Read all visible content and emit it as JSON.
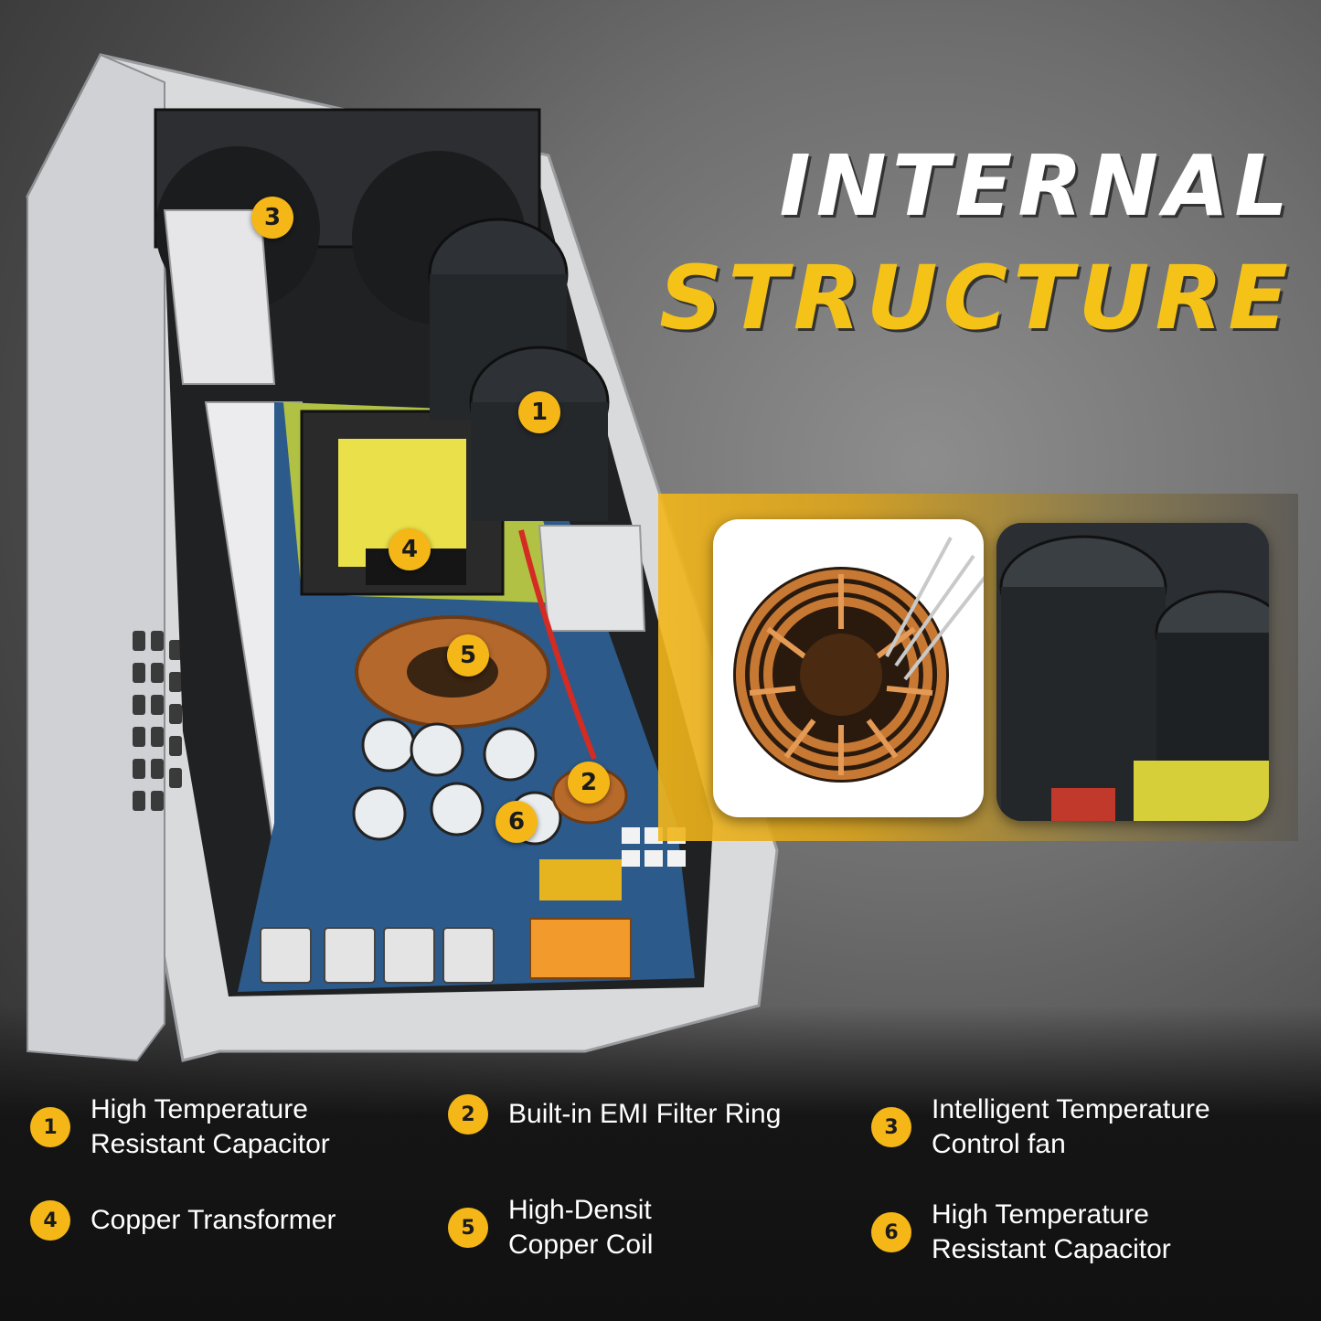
{
  "heading": {
    "line1": "INTERNAL",
    "line2": "STRUCTURE"
  },
  "markers": [
    "1",
    "2",
    "3",
    "4",
    "5",
    "6"
  ],
  "legend": [
    {
      "num": "1",
      "text": "High Temperature\nResistant Capacitor"
    },
    {
      "num": "2",
      "text": "Built-in EMI Filter Ring"
    },
    {
      "num": "3",
      "text": "Intelligent Temperature\nControl fan"
    },
    {
      "num": "4",
      "text": "Copper Transformer"
    },
    {
      "num": "5",
      "text": "High-Densit\nCopper Coil"
    },
    {
      "num": "6",
      "text": "High Temperature\nResistant Capacitor"
    }
  ],
  "colors": {
    "accent": "#f5b718",
    "heading_primary": "#ffffff",
    "heading_secondary": "#f5c317"
  }
}
